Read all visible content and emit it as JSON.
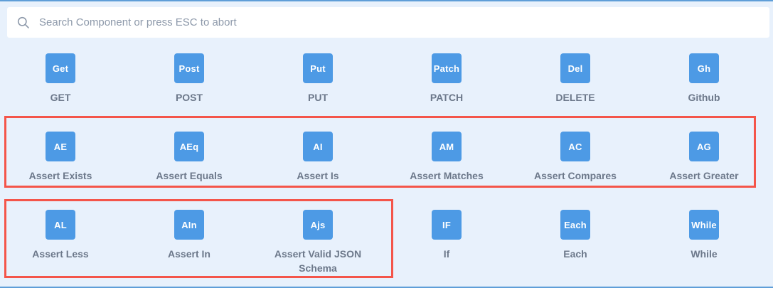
{
  "search": {
    "placeholder": "Search Component or press ESC to abort"
  },
  "grid": {
    "rows": [
      {
        "items": [
          {
            "abbr": "Get",
            "label": "GET"
          },
          {
            "abbr": "Post",
            "label": "POST"
          },
          {
            "abbr": "Put",
            "label": "PUT"
          },
          {
            "abbr": "Patch",
            "label": "PATCH"
          },
          {
            "abbr": "Del",
            "label": "DELETE"
          },
          {
            "abbr": "Gh",
            "label": "Github"
          }
        ]
      },
      {
        "items": [
          {
            "abbr": "AE",
            "label": "Assert Exists"
          },
          {
            "abbr": "AEq",
            "label": "Assert Equals"
          },
          {
            "abbr": "AI",
            "label": "Assert Is"
          },
          {
            "abbr": "AM",
            "label": "Assert Matches"
          },
          {
            "abbr": "AC",
            "label": "Assert Compares"
          },
          {
            "abbr": "AG",
            "label": "Assert Greater"
          }
        ]
      },
      {
        "items": [
          {
            "abbr": "AL",
            "label": "Assert Less"
          },
          {
            "abbr": "AIn",
            "label": "Assert In"
          },
          {
            "abbr": "Ajs",
            "label": "Assert Valid JSON Schema"
          },
          {
            "abbr": "IF",
            "label": "If"
          },
          {
            "abbr": "Each",
            "label": "Each"
          },
          {
            "abbr": "While",
            "label": "While"
          }
        ]
      }
    ]
  },
  "highlights": [
    {
      "encloses": [
        "Assert Exists",
        "Assert Equals",
        "Assert Is",
        "Assert Matches",
        "Assert Compares",
        "Assert Greater"
      ],
      "border_color": "#f4554a"
    },
    {
      "encloses": [
        "Assert Less",
        "Assert In",
        "Assert Valid JSON Schema"
      ],
      "border_color": "#f4554a"
    }
  ],
  "colors": {
    "background": "#e8f1fc",
    "tile": "#4d9ae5",
    "tile_text": "#ffffff",
    "label_text": "#6c788a",
    "highlight_border": "#f4554a",
    "frame_border": "#5f9ed8",
    "searchbar_background": "#ffffff",
    "placeholder_text": "#8d99aa"
  }
}
